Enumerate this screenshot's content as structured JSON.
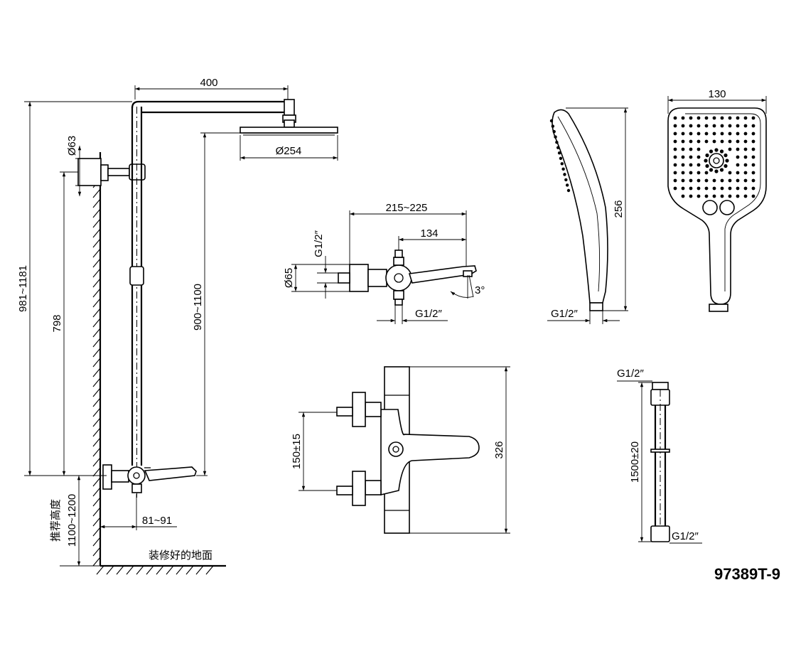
{
  "model": "97389T-9",
  "shower_column": {
    "arm_length": "400",
    "wall_bracket_dia": "Ø63",
    "head_dia": "Ø254",
    "total_height": "981~1181",
    "bracket_height": "798",
    "head_height": "900~1100",
    "mixer_offset": "81~91",
    "recommended_height": "1100~1200",
    "recommended_label": "推荐高度",
    "floor_label": "装修好的地面"
  },
  "mixer_side": {
    "overall_length": "215~225",
    "spout_length": "134",
    "inlet_thread": "G1/2″",
    "outlet_thread": "G1/2″",
    "flange_dia": "Ø65",
    "spout_angle": "3°"
  },
  "mixer_front": {
    "width": "326",
    "inlet_spacing": "150±15"
  },
  "hand_shower": {
    "length": "256",
    "width": "130",
    "thread": "G1/2″"
  },
  "hose": {
    "length": "1500±20",
    "top_thread": "G1/2″",
    "bottom_thread": "G1/2″"
  }
}
